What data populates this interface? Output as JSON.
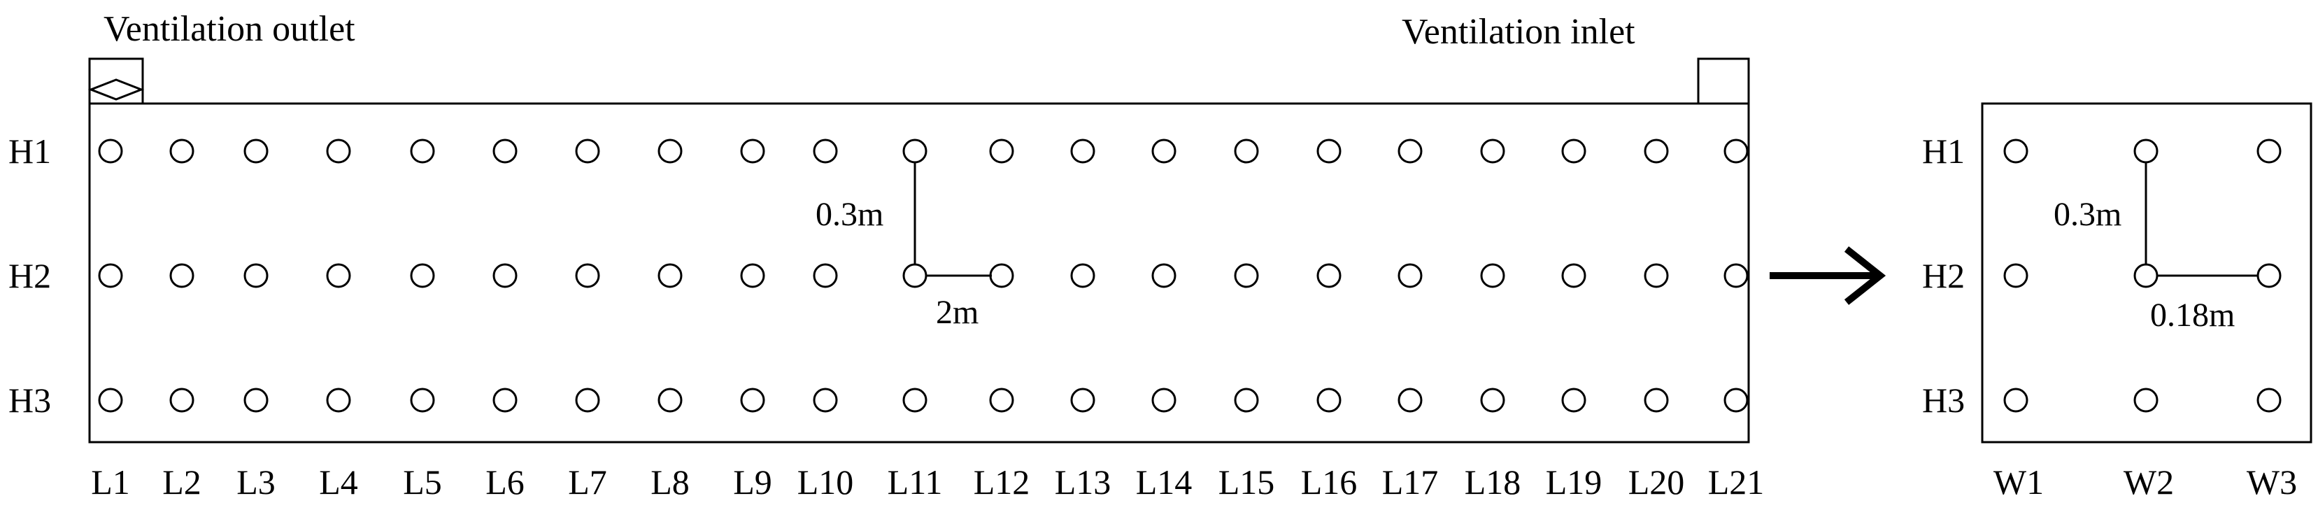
{
  "labels": {
    "outlet": "Ventilation outlet",
    "inlet": "Ventilation inlet"
  },
  "rows": [
    "H1",
    "H2",
    "H3"
  ],
  "side_rows": [
    "H1",
    "H2",
    "H3"
  ],
  "columns": [
    "L1",
    "L2",
    "L3",
    "L4",
    "L5",
    "L6",
    "L7",
    "L8",
    "L9",
    "L10",
    "L11",
    "L12",
    "L13",
    "L14",
    "L15",
    "L16",
    "L17",
    "L18",
    "L19",
    "L20",
    "L21"
  ],
  "side_columns": [
    "W1",
    "W2",
    "W3"
  ],
  "dimensions": {
    "main_vertical": "0.3m",
    "main_horizontal": "2m",
    "side_vertical": "0.3m",
    "side_horizontal": "0.18m"
  }
}
